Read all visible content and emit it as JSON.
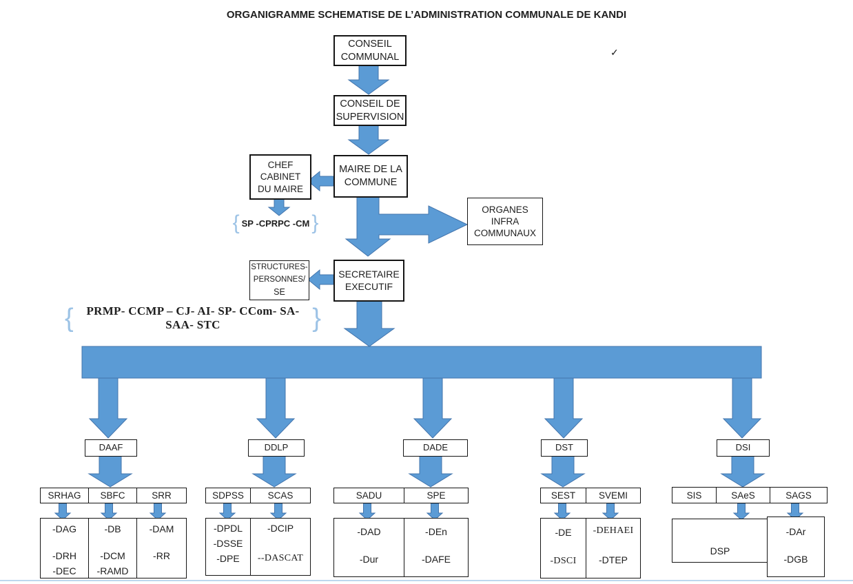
{
  "title": "ORGANIGRAMME SCHEMATISE DE L’ADMINISTRATION COMMUNALE DE KANDI",
  "checkmark": "✓",
  "colors": {
    "arrow_fill": "#5B9BD5",
    "arrow_stroke": "#4374AC",
    "brace": "#9DC3E6",
    "bottom_rule": "#BDD7EE"
  },
  "braces": {
    "left": "{",
    "right": "}"
  },
  "nodes": {
    "conseil_communal": {
      "lines": [
        "CONSEIL",
        "COMMUNAL"
      ]
    },
    "conseil_supervision": {
      "lines": [
        "CONSEIL DE",
        "SUPERVISION"
      ]
    },
    "chef_cabinet": {
      "lines": [
        "CHEF",
        "CABINET",
        "DU MAIRE"
      ]
    },
    "maire": {
      "lines": [
        "MAIRE DE LA",
        "COMMUNE"
      ]
    },
    "organes_infra": {
      "lines": [
        "ORGANES",
        "INFRA",
        "COMMUNAUX"
      ]
    },
    "structures_personnes": {
      "lines": [
        "STRUCTURES-",
        "PERSONNES/",
        "SE"
      ]
    },
    "secretaire_executif": {
      "lines": [
        "SECRETAIRE",
        "EXECUTIF"
      ]
    },
    "cabinet_annex": "SP -CPRPC -CM",
    "se_annex": "PRMP- CCMP – CJ- AI- SP- CCom- SA- SAA- STC"
  },
  "directions": [
    {
      "label": "DAAF",
      "services": [
        {
          "label": "SRHAG",
          "items": [
            "-DAG",
            "-DRH",
            "-DEC"
          ]
        },
        {
          "label": "SBFC",
          "items": [
            "-DB",
            "-DCM",
            "-RAMD"
          ]
        },
        {
          "label": "SRR",
          "items": [
            "-DAM",
            "-RR"
          ]
        }
      ]
    },
    {
      "label": "DDLP",
      "services": [
        {
          "label": "SDPSS",
          "items": [
            "-DPDL",
            "-DSSE",
            "-DPE"
          ]
        },
        {
          "label": "SCAS",
          "items": [
            "-DCIP",
            "--DASCAT"
          ]
        }
      ]
    },
    {
      "label": "DADE",
      "services": [
        {
          "label": "SADU",
          "items": [
            "-DAD",
            "-Dur"
          ]
        },
        {
          "label": "SPE",
          "items": [
            "-DEn",
            "-DAFE"
          ]
        }
      ]
    },
    {
      "label": "DST",
      "services": [
        {
          "label": "SEST",
          "items": [
            "-DE",
            "-DSCI"
          ]
        },
        {
          "label": "SVEMI",
          "items": [
            "-DEHAEI",
            "-DTEP"
          ]
        }
      ]
    },
    {
      "label": "DSI",
      "services": [
        {
          "label": "SIS",
          "items": []
        },
        {
          "label": "SAeS",
          "items": [
            "DSP"
          ]
        },
        {
          "label": "SAGS",
          "items": [
            "-DAr",
            "-DGB"
          ]
        }
      ]
    }
  ]
}
